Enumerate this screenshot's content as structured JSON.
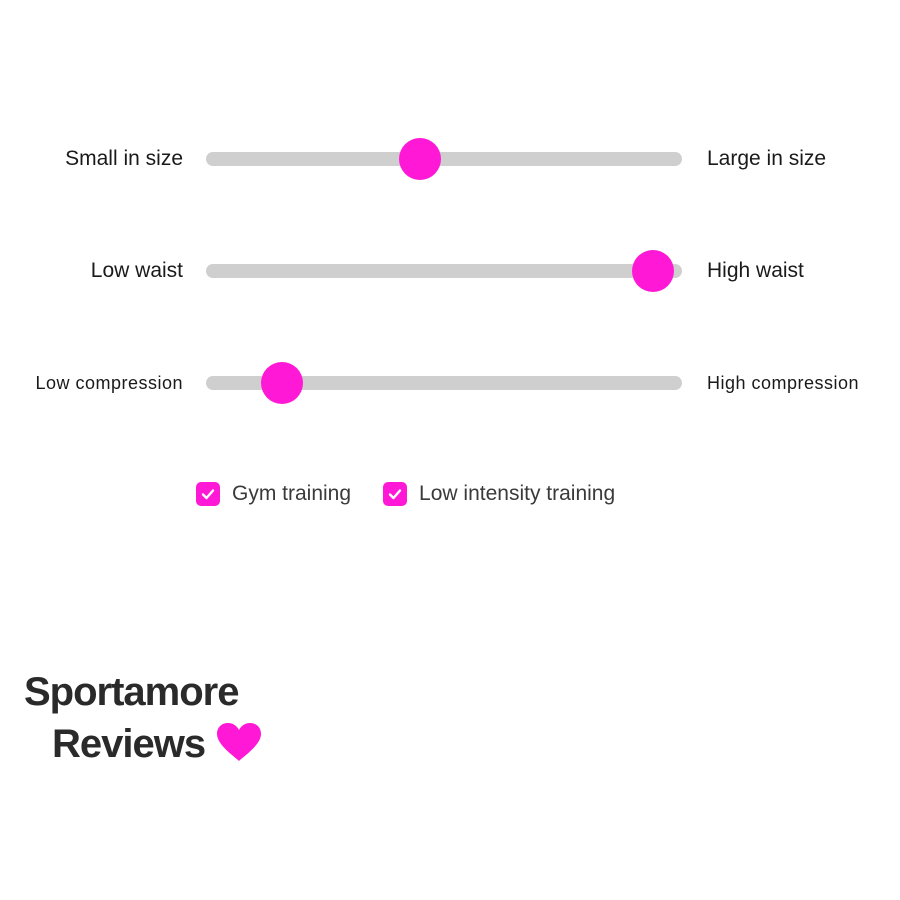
{
  "colors": {
    "accent": "#ff19d6",
    "track": "#cfcfcf",
    "text": "#1a1a1a"
  },
  "sliders": [
    {
      "left_label": "Small in size",
      "right_label": "Large in size",
      "value": 0.45
    },
    {
      "left_label": "Low waist",
      "right_label": "High waist",
      "value": 0.94
    },
    {
      "left_label": "Low compression",
      "right_label": "High compression",
      "value": 0.16
    }
  ],
  "options": [
    {
      "label": "Gym training",
      "checked": true
    },
    {
      "label": "Low intensity training",
      "checked": true
    }
  ],
  "brand": {
    "line1": "Sportamore",
    "line2": "Reviews",
    "icon": "heart-icon"
  }
}
